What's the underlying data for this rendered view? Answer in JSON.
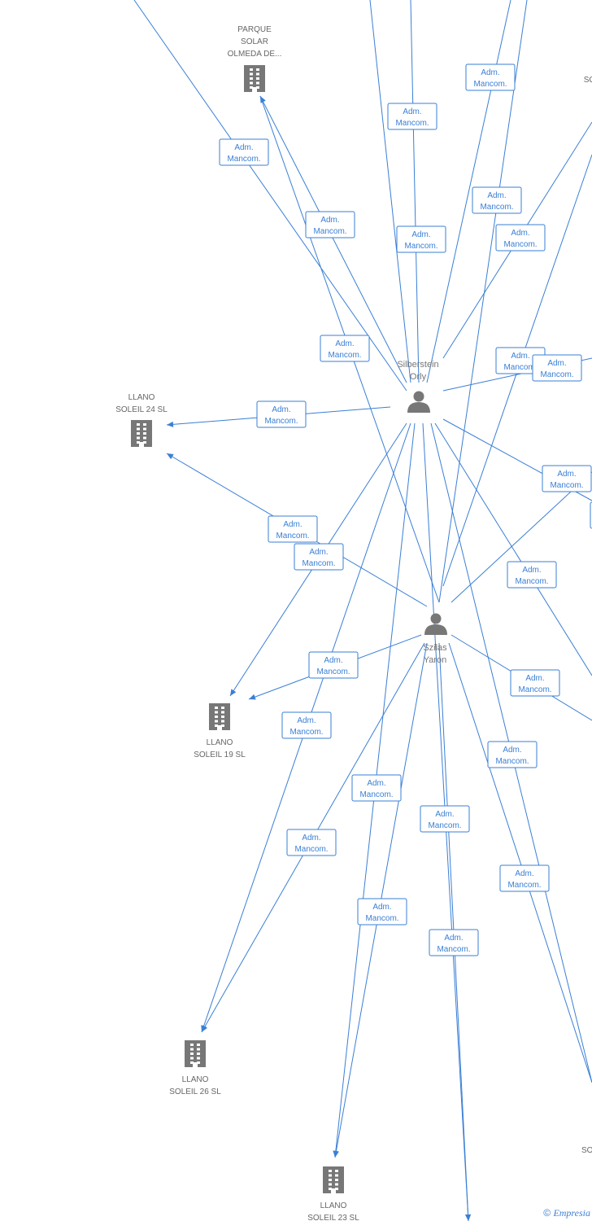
{
  "role_label": {
    "line1": "Adm.",
    "line2": "Mancom."
  },
  "persons": [
    {
      "id": "silberstein",
      "name_line1": "Silberstein",
      "name_line2": "Orly"
    },
    {
      "id": "szilas",
      "name_line1": "Szilas",
      "name_line2": "Yaron"
    }
  ],
  "companies": [
    {
      "id": "parque_solar",
      "lines": [
        "PARQUE",
        "SOLAR",
        "OLMEDA DE..."
      ]
    },
    {
      "id": "llano_24",
      "lines": [
        "LLANO",
        "SOLEIL 24 SL"
      ]
    },
    {
      "id": "llano_19",
      "lines": [
        "LLANO",
        "SOLEIL 19 SL"
      ]
    },
    {
      "id": "llano_26",
      "lines": [
        "LLANO",
        "SOLEIL 26 SL"
      ]
    },
    {
      "id": "llano_23",
      "lines": [
        "LLANO",
        "SOLEIL 23 SL"
      ]
    },
    {
      "id": "partial_top_right",
      "lines": [
        "SO"
      ]
    },
    {
      "id": "partial_bottom_right",
      "lines": [
        "",
        "SOL"
      ]
    }
  ],
  "footer": {
    "copyright": "©",
    "brand": "Empresia"
  },
  "colors": {
    "edge": "#3a7fd5",
    "icon": "#777777",
    "text": "#666666"
  }
}
